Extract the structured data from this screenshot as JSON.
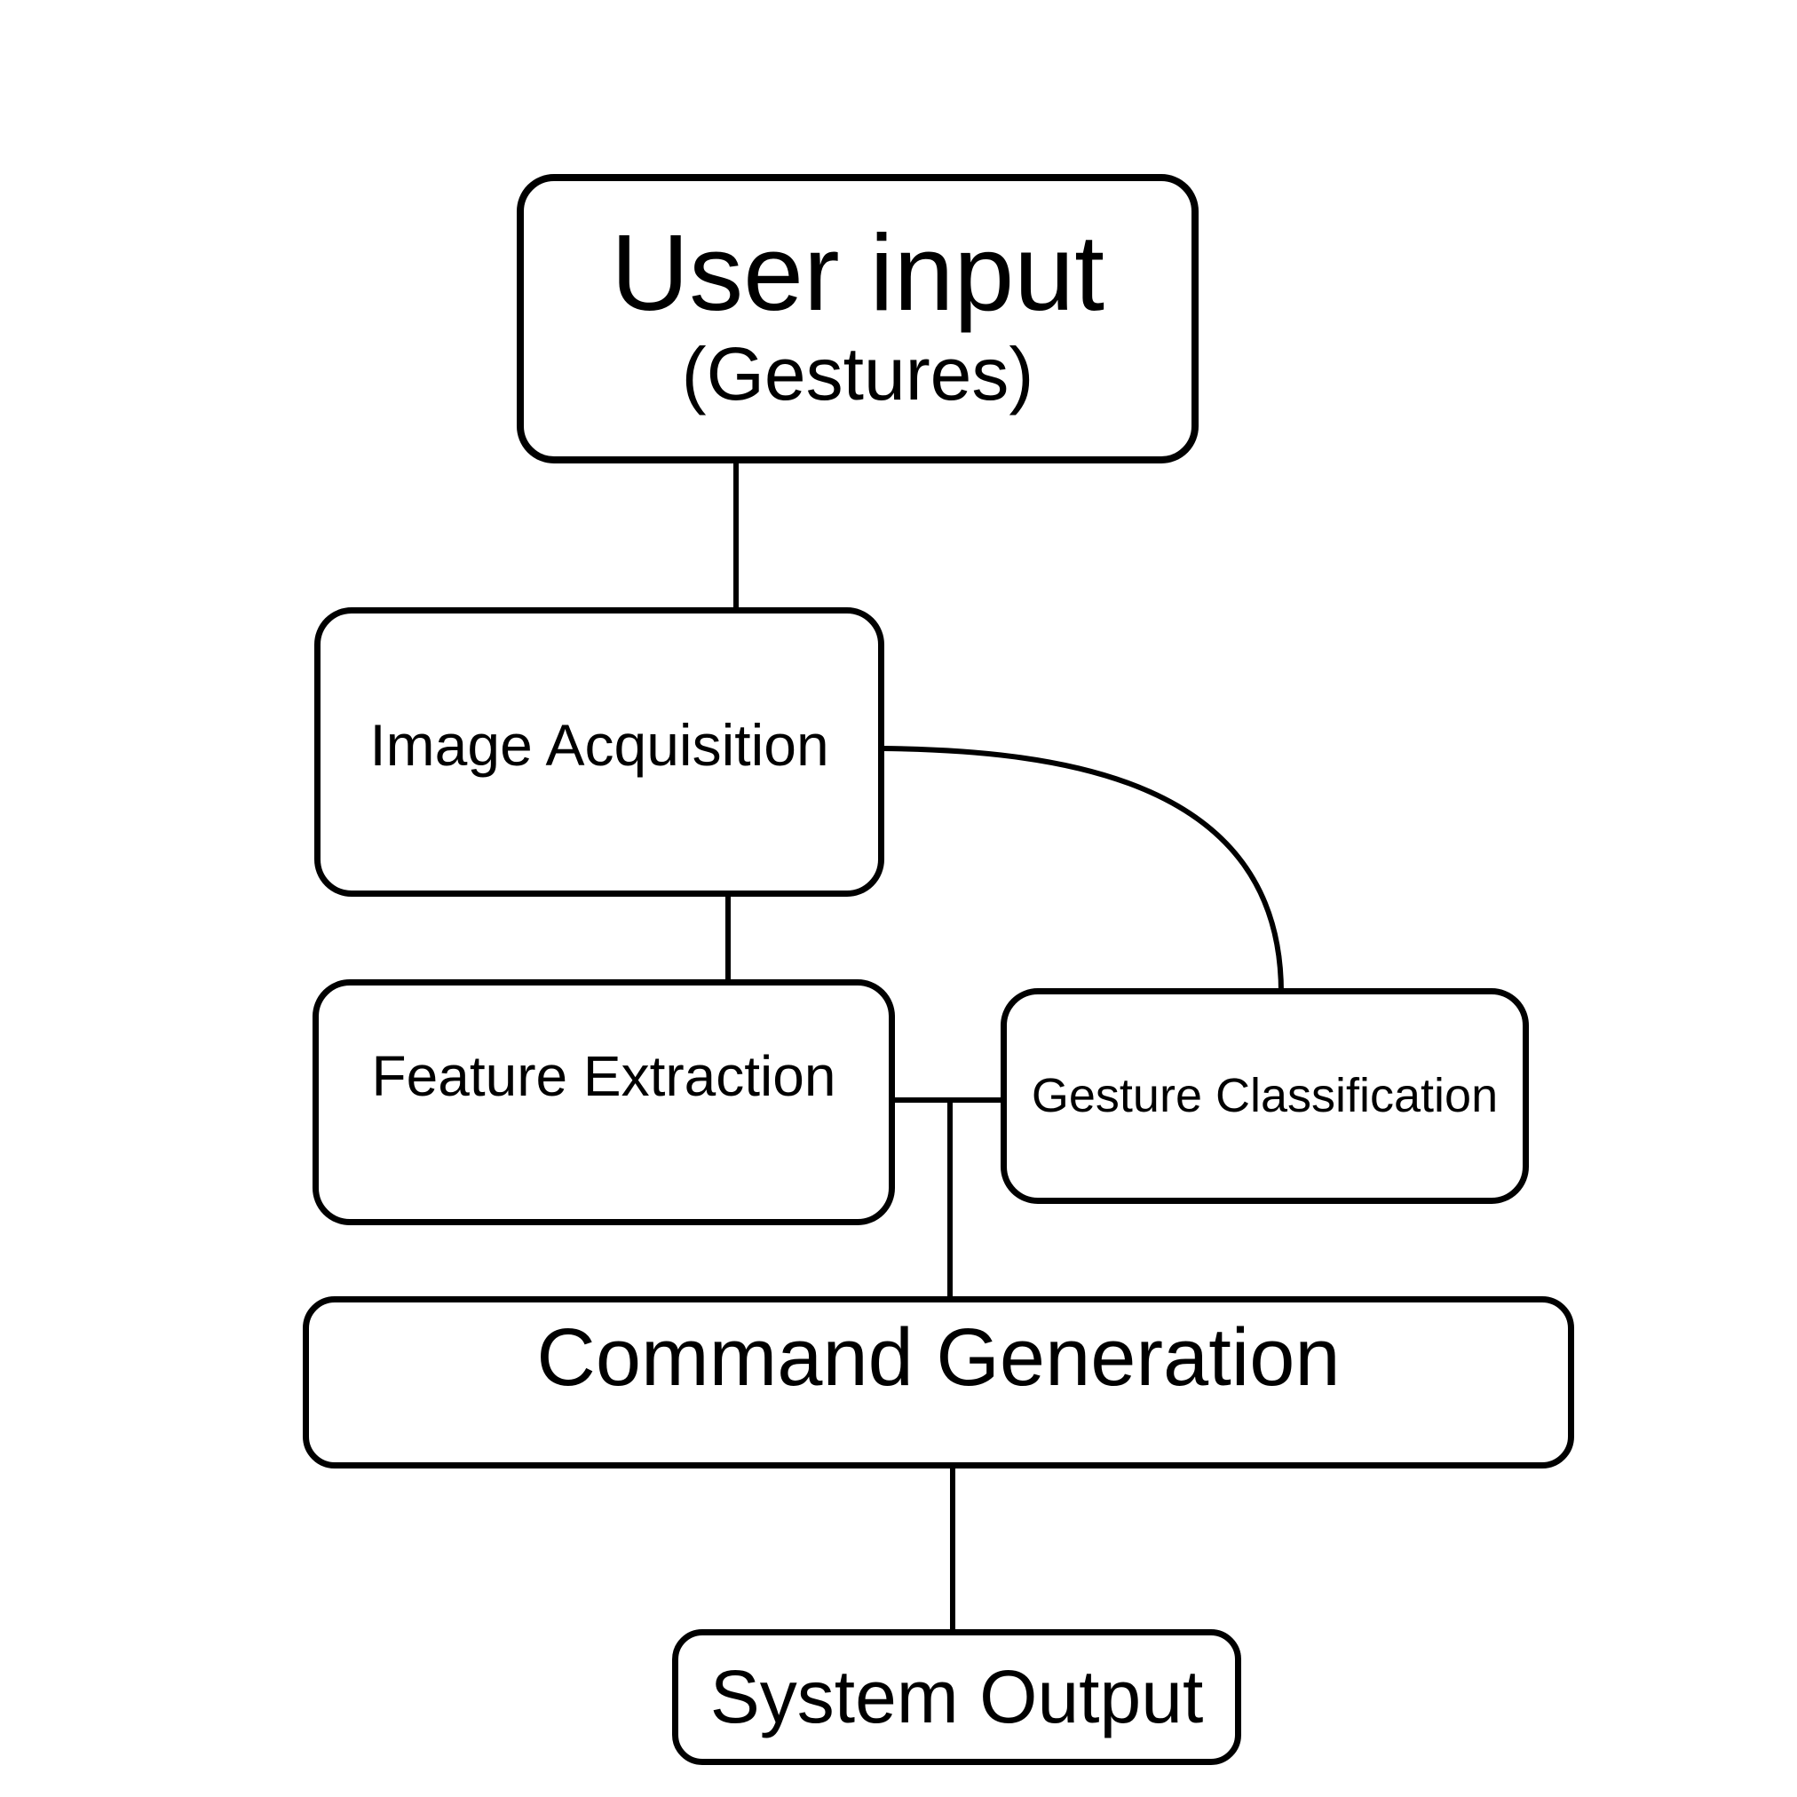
{
  "diagram": {
    "background_color": "#ffffff",
    "box_fill_color": "#ffffff",
    "line_color": "#000000",
    "text_color": "#000000",
    "nodes": {
      "user_input": {
        "title": "User input",
        "subtitle": "(Gestures)"
      },
      "image_acquisition": {
        "label": "Image Acquisition"
      },
      "feature_extraction": {
        "label": "Feature Extraction"
      },
      "gesture_classification": {
        "label": "Gesture Classification"
      },
      "command_generation": {
        "label": "Command Generation"
      },
      "system_output": {
        "label": "System Output"
      }
    },
    "edges": [
      {
        "from": "User input (Gestures)",
        "to": "Image Acquisition"
      },
      {
        "from": "Image Acquisition",
        "to": "Feature Extraction"
      },
      {
        "from": "Image Acquisition",
        "to": "Gesture Classification"
      },
      {
        "from": "Feature Extraction",
        "to": "Gesture Classification"
      },
      {
        "from": "Feature Extraction / Gesture Classification junction",
        "to": "Command Generation"
      },
      {
        "from": "Command Generation",
        "to": "System Output"
      }
    ]
  }
}
